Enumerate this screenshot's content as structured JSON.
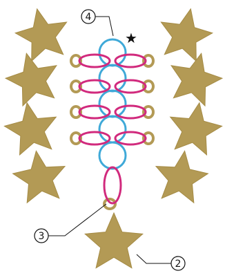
{
  "colors": {
    "charm_fill": "#b39a55",
    "charm_stroke": "#a58b45",
    "jump_ring_large": "#3fa9d8",
    "jump_ring_small": "#d12a7d",
    "eye_ring": "#b39a55",
    "line": "#111111",
    "background": "#ffffff"
  },
  "callouts": [
    {
      "id": "c4",
      "number": "4"
    },
    {
      "id": "c3",
      "number": "3"
    },
    {
      "id": "c2",
      "number": "2"
    }
  ],
  "marker": {
    "symbol": "★"
  }
}
